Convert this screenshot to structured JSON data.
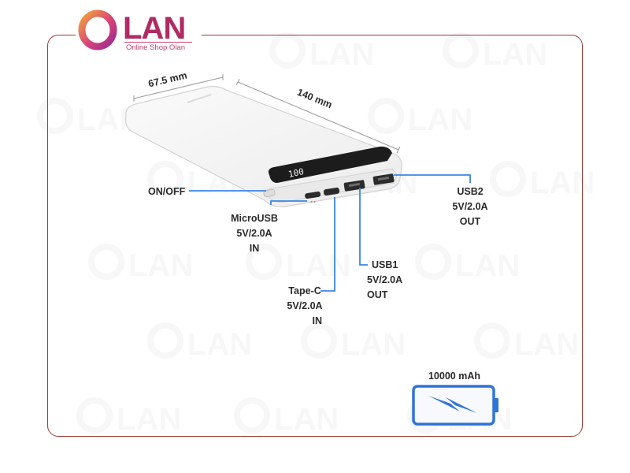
{
  "brand": {
    "name": "LAN",
    "tagline": "Online Shop Olan",
    "colors": {
      "primary": "#b12a63",
      "accent": "#ee8b2b",
      "frame": "#9c3b33"
    }
  },
  "dimensions": {
    "width": "67.5 mm",
    "length": "140 mm"
  },
  "device": {
    "display": "100"
  },
  "ports": {
    "power_button": {
      "label": "ON/OFF"
    },
    "micro_usb": {
      "name": "MicroUSB",
      "spec": "5V/2.0A",
      "direction": "IN"
    },
    "type_c": {
      "name": "Tape-C",
      "spec": "5V/2.0A",
      "direction": "IN"
    },
    "usb1": {
      "name": "USB1",
      "spec": "5V/2.0A",
      "direction": "OUT"
    },
    "usb2": {
      "name": "USB2",
      "spec": "5V/2.0A",
      "direction": "OUT"
    }
  },
  "battery": {
    "capacity": "10000 mAh",
    "icon": "battery-charging-icon",
    "color": "#2f74d8"
  },
  "line_color": "#3b86e6"
}
